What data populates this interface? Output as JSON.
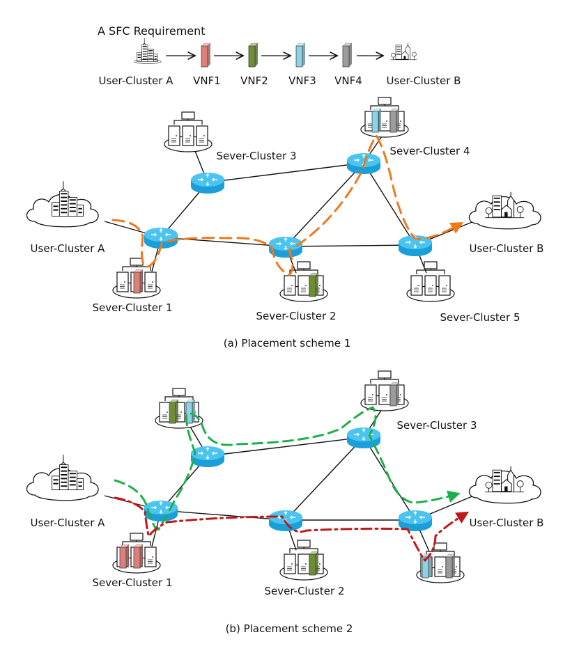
{
  "requirement": {
    "title": "A SFC Requirement",
    "chain": [
      {
        "label": "User-Cluster A",
        "icon": "city-icon"
      },
      {
        "label": "VNF1",
        "color": "#dd7f7a"
      },
      {
        "label": "VNF2",
        "color": "#6e8e36"
      },
      {
        "label": "VNF3",
        "color": "#8dd2e6"
      },
      {
        "label": "VNF4",
        "color": "#9c9c9c"
      },
      {
        "label": "User-Cluster B",
        "icon": "town-icon"
      }
    ]
  },
  "scheme1": {
    "caption": "(a) Placement scheme 1",
    "labels": {
      "user_a": "User-Cluster A",
      "user_b": "User-Cluster B",
      "sc1": "Sever-Cluster 1",
      "sc2": "Sever-Cluster 2",
      "sc3": "Sever-Cluster 3",
      "sc4": "Sever-Cluster 4",
      "sc5": "Sever-Cluster 5"
    },
    "path_color": "#f07818"
  },
  "scheme2": {
    "caption": "(b) Placement scheme 2",
    "labels": {
      "user_a": "User-Cluster A",
      "user_b": "User-Cluster B",
      "sc1": "Sever-Cluster 1",
      "sc2": "Sever-Cluster 2",
      "sc3": "Sever-Cluster 3"
    },
    "path_colors": {
      "green": "#1db04a",
      "red": "#c01818"
    }
  }
}
